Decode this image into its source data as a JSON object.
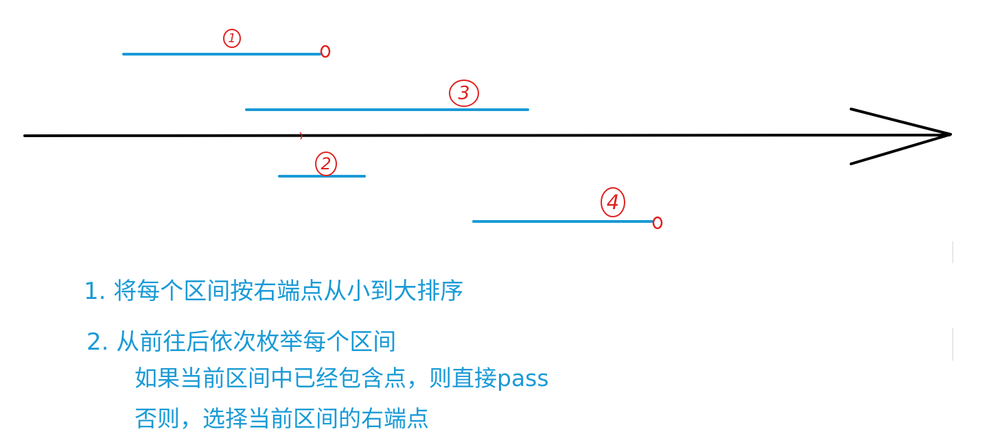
{
  "colors": {
    "axis": "#000000",
    "interval": "#1a9ad6",
    "marker": "#e02020",
    "text": "#1a9ad6"
  },
  "intervals": [
    {
      "label": "1",
      "selected_right_endpoint": true
    },
    {
      "label": "3",
      "selected_right_endpoint": false
    },
    {
      "label": "2",
      "selected_right_endpoint": false
    },
    {
      "label": "4",
      "selected_right_endpoint": true
    }
  ],
  "steps": [
    {
      "text": "1. 将每个区间按右端点从小到大排序"
    },
    {
      "text": "2. 从前往后依次枚举每个区间",
      "details": [
        "如果当前区间中已经包含点，则直接pass",
        "否则，选择当前区间的右端点"
      ]
    }
  ]
}
